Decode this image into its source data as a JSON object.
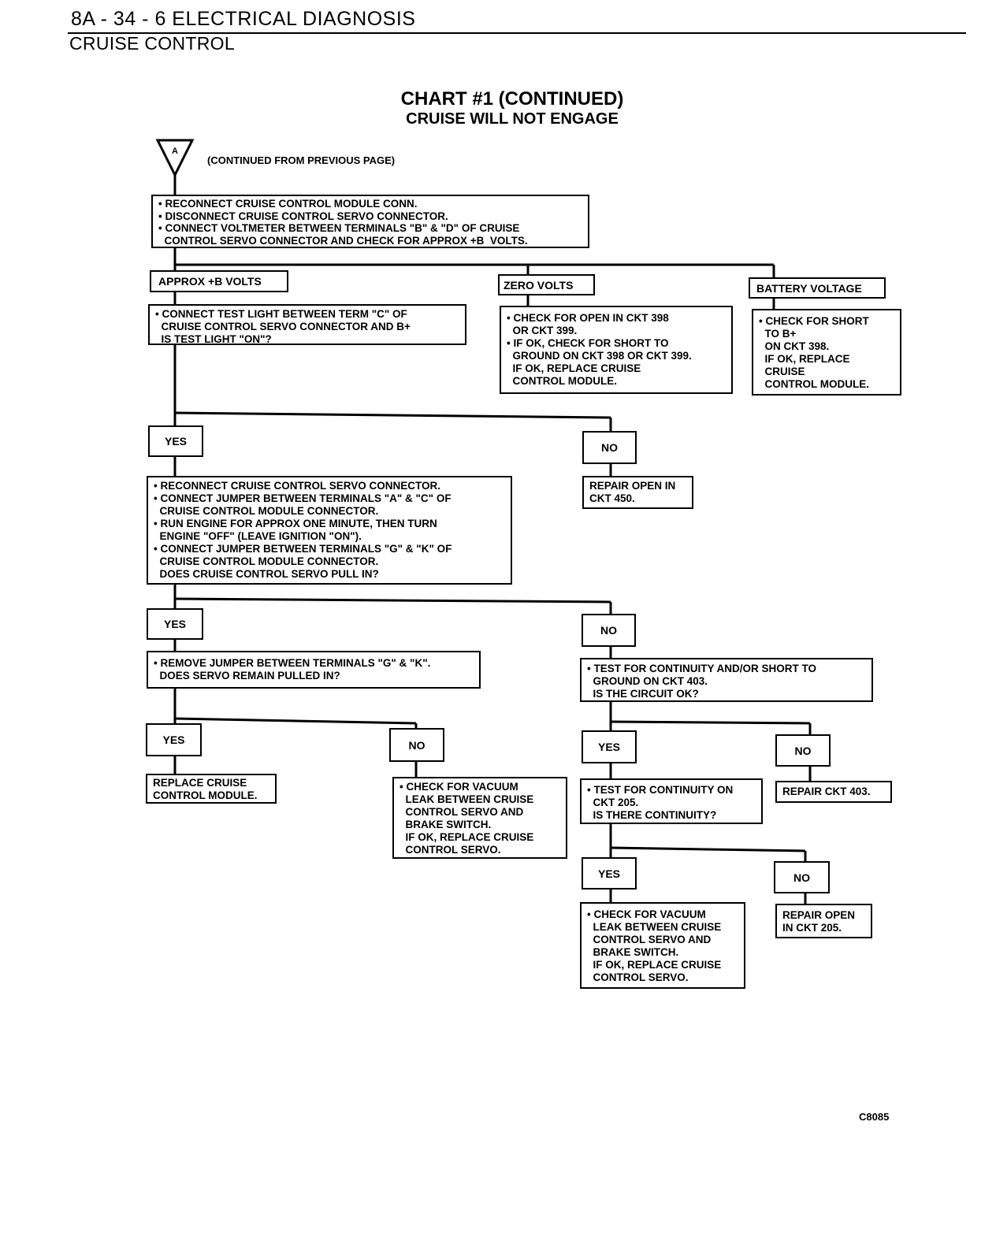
{
  "header": {
    "page_ref": "8A - 34 - 6  ELECTRICAL DIAGNOSIS",
    "section": "CRUISE CONTROL"
  },
  "chart": {
    "title": "CHART #1 (CONTINUED)",
    "subtitle": "CRUISE WILL NOT ENGAGE",
    "connector_letter": "A",
    "continued_note": "(CONTINUED FROM PREVIOUS PAGE)"
  },
  "steps": {
    "s1": "• RECONNECT CRUISE CONTROL MODULE CONN.\n• DISCONNECT CRUISE CONTROL SERVO CONNECTOR.\n• CONNECT VOLTMETER BETWEEN TERMINALS \"B\" & \"D\" OF CRUISE\n  CONTROL SERVO CONNECTOR AND CHECK FOR APPROX +B  VOLTS.",
    "s2": "• CONNECT TEST LIGHT BETWEEN TERM \"C\" OF\n  CRUISE CONTROL SERVO CONNECTOR AND B+\n  IS TEST LIGHT \"ON\"?",
    "zero_volts_action": "• CHECK FOR OPEN IN CKT 398\n  OR CKT 399.\n• IF OK, CHECK FOR SHORT TO\n  GROUND ON CKT 398 OR CKT 399.\n  IF OK, REPLACE CRUISE\n  CONTROL MODULE.",
    "battery_action": "• CHECK FOR SHORT\n  TO B+\n  ON CKT 398.\n  IF OK, REPLACE\n  CRUISE\n  CONTROL MODULE.",
    "s3": "• RECONNECT CRUISE CONTROL SERVO CONNECTOR.\n• CONNECT JUMPER BETWEEN TERMINALS \"A\" & \"C\" OF\n  CRUISE CONTROL MODULE CONNECTOR.\n• RUN ENGINE FOR APPROX ONE MINUTE, THEN TURN\n  ENGINE \"OFF\" (LEAVE IGNITION \"ON\").\n• CONNECT JUMPER BETWEEN TERMINALS \"G\" & \"K\" OF\n  CRUISE CONTROL MODULE CONNECTOR.\n  DOES CRUISE CONTROL SERVO PULL IN?",
    "repair_450": "REPAIR OPEN IN\nCKT 450.",
    "s4": "• REMOVE JUMPER BETWEEN TERMINALS \"G\" & \"K\".\n  DOES SERVO REMAIN PULLED IN?",
    "s5": "• TEST FOR CONTINUITY AND/OR SHORT TO\n  GROUND ON CKT 403.\n  IS THE CIRCUIT OK?",
    "replace_module": "REPLACE CRUISE\nCONTROL MODULE.",
    "vacuum_1": "• CHECK FOR VACUUM\n  LEAK BETWEEN CRUISE\n  CONTROL SERVO AND\n  BRAKE SWITCH.\n  IF OK, REPLACE CRUISE\n  CONTROL SERVO.",
    "s6": "• TEST FOR CONTINUITY ON\n  CKT 205.\n  IS THERE CONTINUITY?",
    "repair_403": "REPAIR CKT 403.",
    "vacuum_2": "• CHECK FOR VACUUM\n  LEAK BETWEEN CRUISE\n  CONTROL SERVO AND\n  BRAKE SWITCH.\n  IF OK, REPLACE CRUISE\n  CONTROL SERVO.",
    "repair_205": "REPAIR OPEN\nIN CKT 205."
  },
  "labels": {
    "approx_b": "APPROX +B VOLTS",
    "zero_volts": "ZERO VOLTS",
    "battery_voltage": "BATTERY VOLTAGE",
    "yes": "YES",
    "no": "NO"
  },
  "figure_code": "C8085"
}
